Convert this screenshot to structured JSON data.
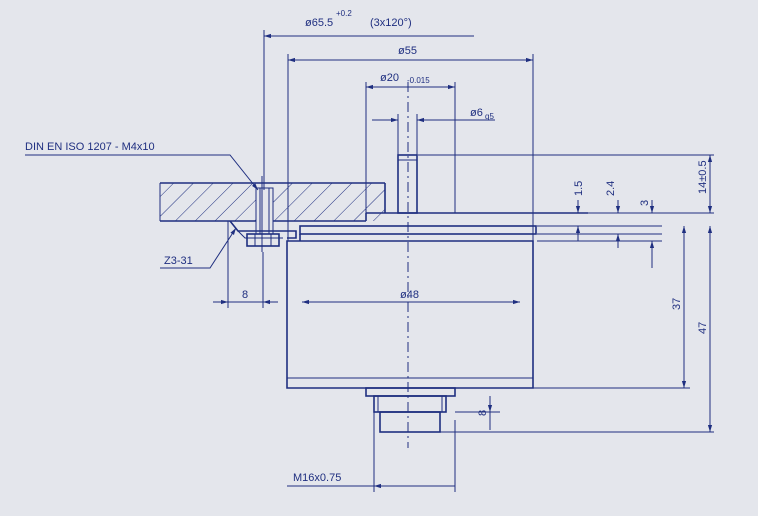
{
  "labels": {
    "dia_outer": "ø65.5",
    "dia_outer_tol": "+0.2",
    "dia_outer_note": "(3x120°)",
    "dia_55": "ø55",
    "dia_20": "ø20",
    "dia_20_tol": "-0.015",
    "dia_6": "ø6",
    "dia_6_tol": "g5",
    "screw": "DIN EN ISO 1207 - M4x10",
    "clamp": "Z3-31",
    "dim_8_left": "8",
    "dia_48": "ø48",
    "thread": "M16x0.75",
    "dim_1_5": "1.5",
    "dim_2_4": "2.4",
    "dim_3": "3",
    "dim_14": "14±0.5",
    "dim_37": "37",
    "dim_47": "47",
    "dim_8_bottom": "8"
  },
  "colors": {
    "background": "#e4e6ec",
    "line": "#1f2f80"
  }
}
